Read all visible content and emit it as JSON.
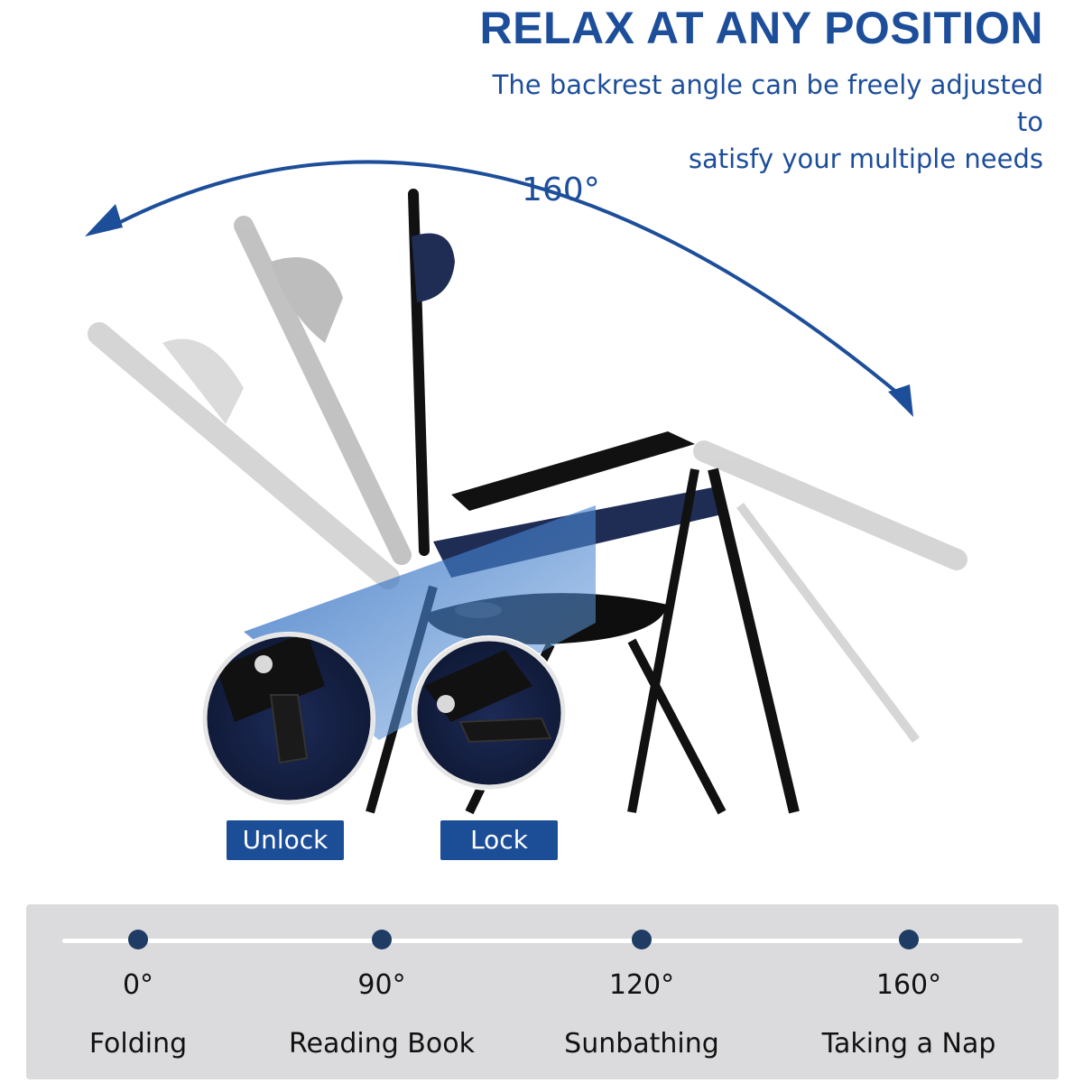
{
  "header": {
    "title": "RELAX AT ANY POSITION",
    "subtitle_line1": "The backrest angle can be freely adjusted to",
    "subtitle_line2": "satisfy your multiple needs"
  },
  "range_label": "160°",
  "lock_labels": {
    "unlock": "Unlock",
    "lock": "Lock"
  },
  "positions": [
    {
      "angle": "0°",
      "name": "Folding"
    },
    {
      "angle": "90°",
      "name": "Reading Book"
    },
    {
      "angle": "120°",
      "name": "Sunbathing"
    },
    {
      "angle": "160°",
      "name": "Taking a Nap"
    }
  ],
  "colors": {
    "brand_blue": "#1d4e9a",
    "navy_fabric": "#1f2d55",
    "frame_black": "#111111",
    "panel_gray": "#dbdbdd"
  }
}
